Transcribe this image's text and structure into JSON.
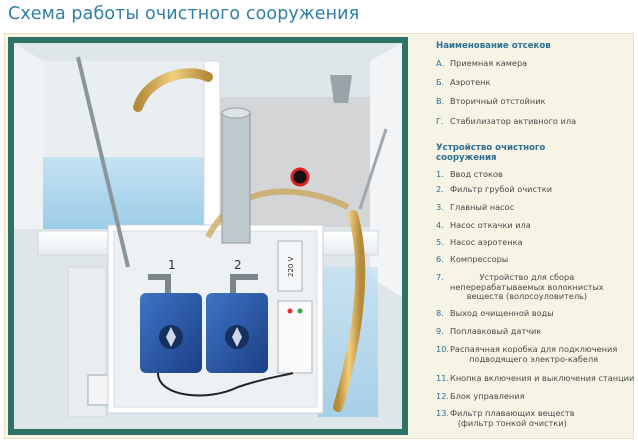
{
  "title": "Схема работы очистного сооружения",
  "diagram_labels": {
    "pump1": "1",
    "pump2": "2",
    "voltage": "220 V"
  },
  "compartments": {
    "heading": "Наименование отсеков",
    "items": [
      {
        "num": "А.",
        "text": "Приемная камера"
      },
      {
        "num": "Б.",
        "text": "Аэротенк"
      },
      {
        "num": "В.",
        "text": "Вторичный отстойник"
      },
      {
        "num": "Г.",
        "text": "Стабилизатор активного ила"
      }
    ]
  },
  "device": {
    "heading_line1": "Устройство очистного",
    "heading_line2": "сооружения",
    "items": [
      {
        "num": "1.",
        "lines": [
          "Ввод стоков"
        ]
      },
      {
        "num": "2.",
        "lines": [
          "Фильтр грубой очистки"
        ]
      },
      {
        "num": "3.",
        "lines": [
          "Главный насос"
        ]
      },
      {
        "num": "4.",
        "lines": [
          "Насос откачки ила"
        ]
      },
      {
        "num": "5.",
        "lines": [
          "Насос аэротенка"
        ]
      },
      {
        "num": "6.",
        "lines": [
          "Компрессоры"
        ]
      },
      {
        "num": "7.",
        "lines": [
          "Устройство для сбора",
          "неперерабатываемых волокнистых",
          "веществ (волосоуловитель)"
        ]
      },
      {
        "num": "8.",
        "lines": [
          "Выход очищенной воды"
        ]
      },
      {
        "num": "9.",
        "lines": [
          "Поплавковый датчик"
        ]
      },
      {
        "num": "10.",
        "lines": [
          "Распаячная коробка для подключения",
          "подводящего электро-кабеля"
        ]
      },
      {
        "num": "11.",
        "lines": [
          "Кнопка включения и выключения станции"
        ]
      },
      {
        "num": "12.",
        "lines": [
          "Блок управления"
        ]
      },
      {
        "num": "13.",
        "lines": [
          "Фильтр плавающих веществ",
          "(фильтр тонкой очистки)"
        ]
      }
    ]
  }
}
